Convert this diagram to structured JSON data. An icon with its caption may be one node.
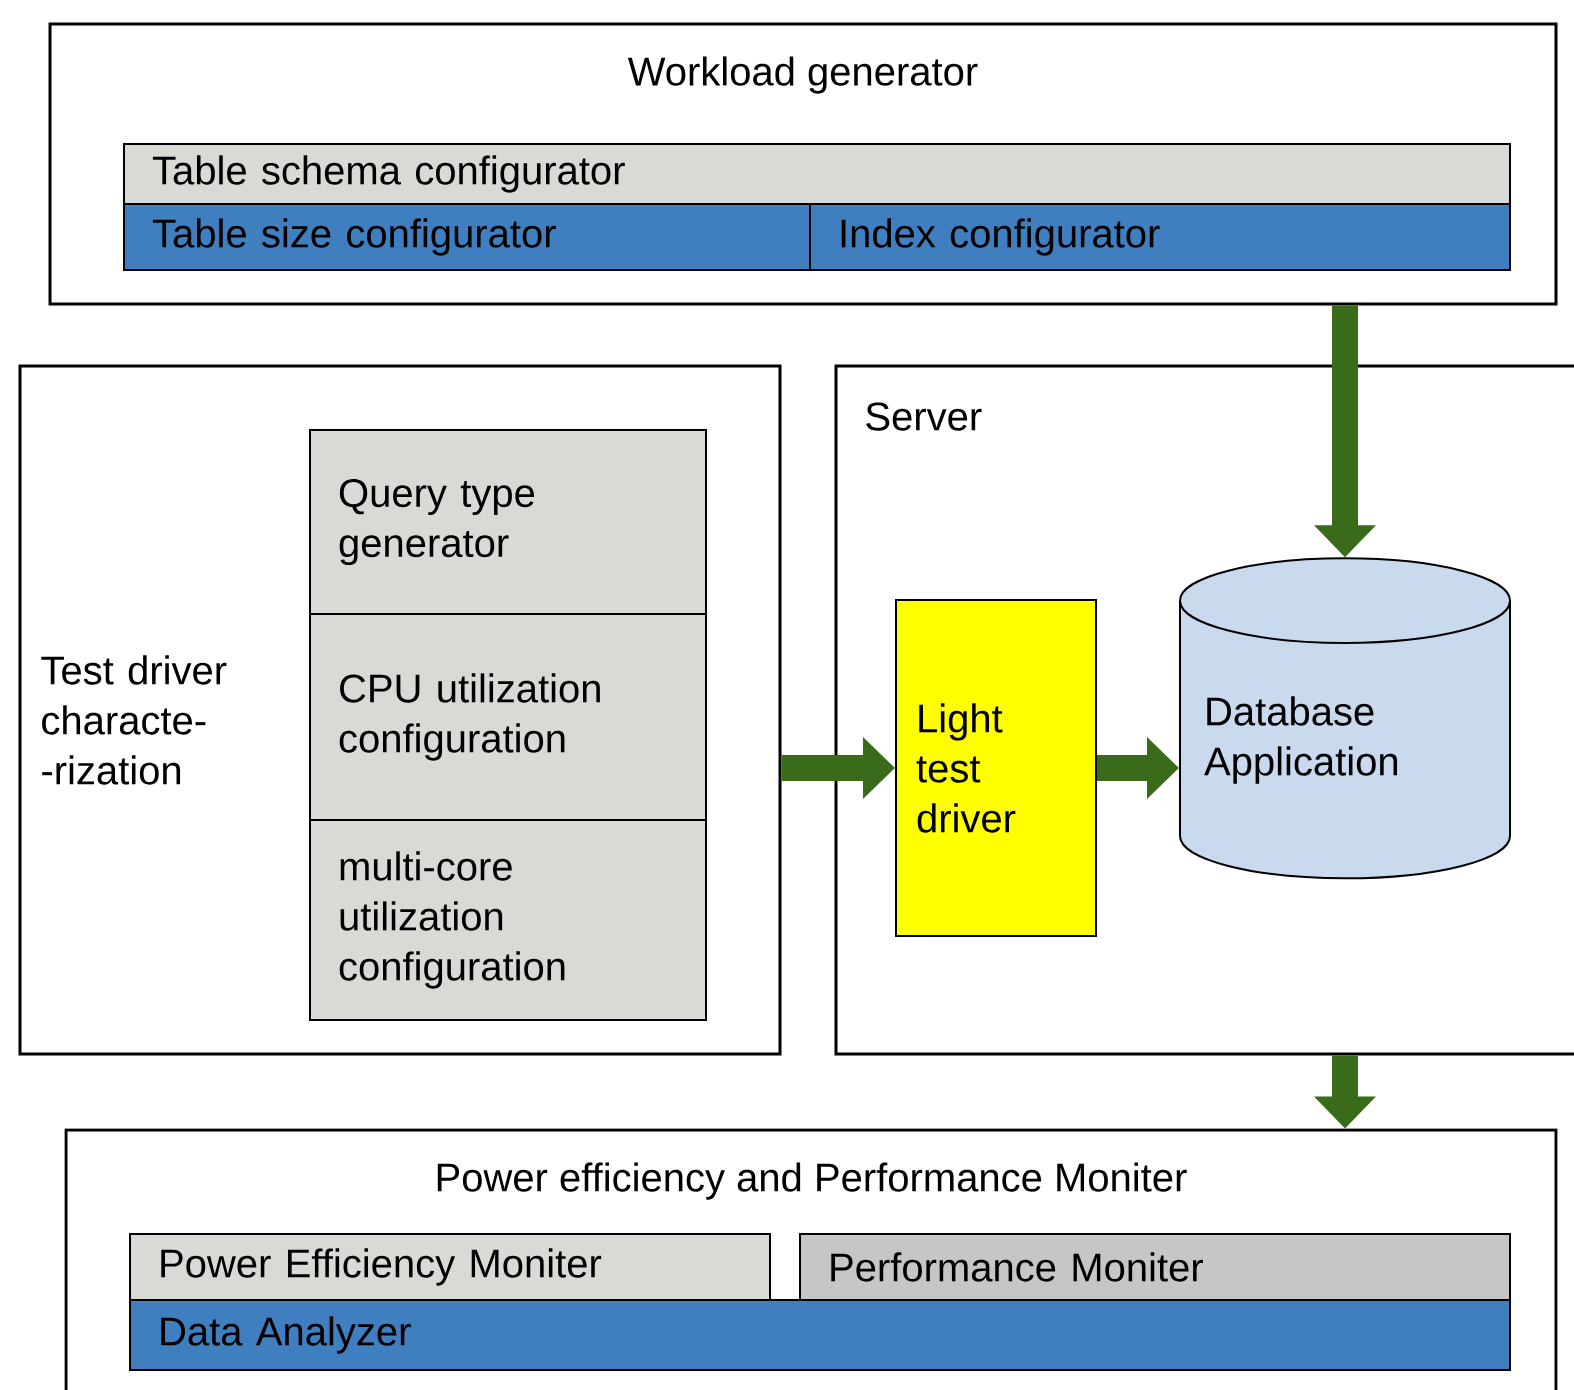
{
  "diagram": {
    "nodes": [
      {
        "text": [
          "Workload generator"
        ]
      },
      {
        "text": [
          "Table schema configurator"
        ],
        "in": 0
      },
      {
        "text": [
          "Table size configurator"
        ],
        "in": 0
      },
      {
        "text": [
          "Index configurator"
        ],
        "in": 0
      },
      {
        "text": [
          "Test driver characte- -rization"
        ]
      },
      {
        "text": [
          "Query type generator"
        ],
        "in": 4
      },
      {
        "text": [
          "CPU utilization configuration"
        ],
        "in": 4
      },
      {
        "text": [
          "multi-core utilization configuration"
        ],
        "in": 4
      },
      {
        "text": [
          "Server"
        ]
      },
      {
        "text": [
          "Light test driver"
        ],
        "in": 8
      },
      {
        "text": [
          "Database Application"
        ],
        "in": 8
      },
      {
        "text": [
          "Power efficiency and Performance Moniter"
        ]
      },
      {
        "text": [
          "Power Efficiency Moniter"
        ],
        "in": 11
      },
      {
        "text": [
          "Performance Moniter"
        ],
        "in": 11
      },
      {
        "text": [
          "Data Analyzer"
        ],
        "in": 11
      }
    ],
    "edges": [
      {
        "from": 0,
        "to": 10,
        "arrow": "to"
      },
      {
        "from": 4,
        "to": 9,
        "arrow": "to"
      },
      {
        "from": 9,
        "to": 10,
        "arrow": "to"
      },
      {
        "from": 8,
        "to": 11,
        "arrow": "to"
      }
    ]
  }
}
